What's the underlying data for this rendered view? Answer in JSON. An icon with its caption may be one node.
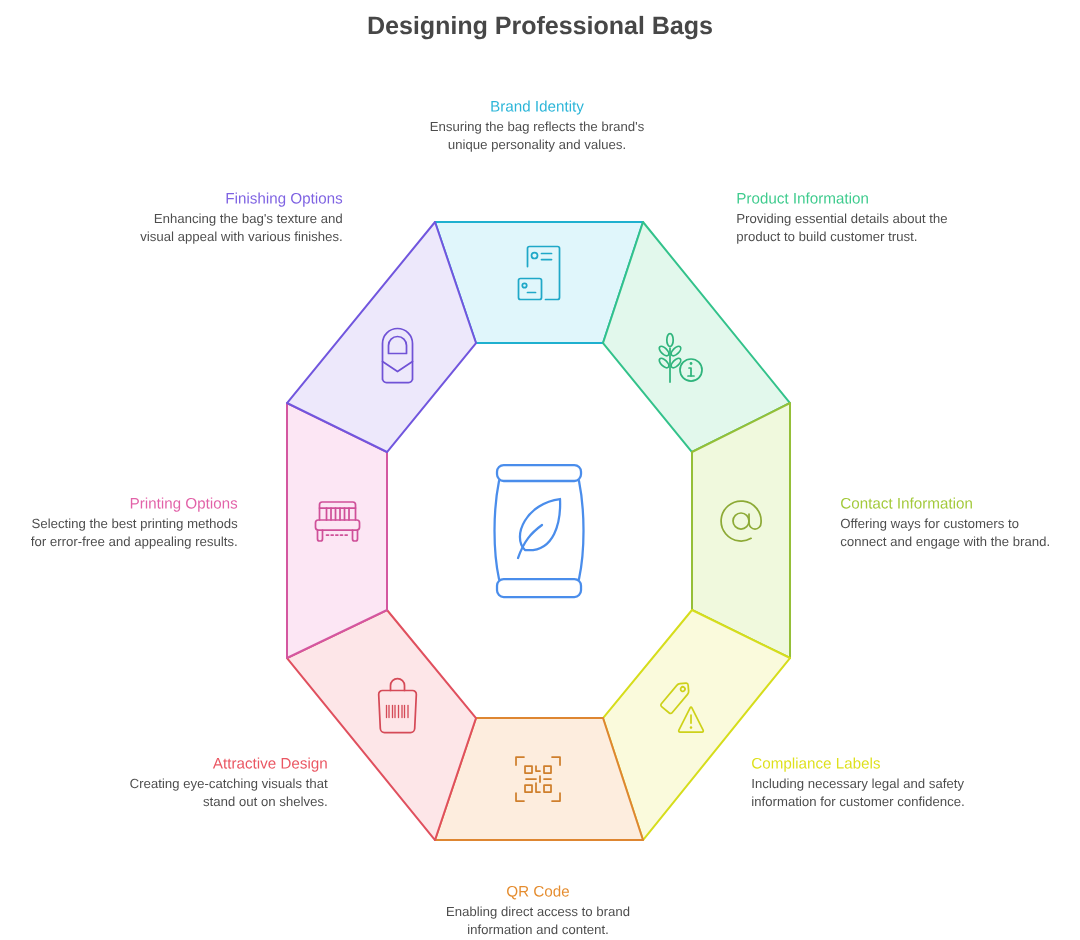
{
  "diagram": {
    "title": "Designing Professional Bags",
    "nodes": [
      {
        "text": [],
        "shape": "trapezoid",
        "beside": [
          "Brand Identity",
          "Ensuring the bag reflects the brand's unique personality and values."
        ]
      },
      {
        "text": [],
        "shape": "trapezoid",
        "beside": [
          "Product Information",
          "Providing essential details about the product to build customer trust."
        ]
      },
      {
        "text": [],
        "shape": "trapezoid",
        "beside": [
          "Contact Information",
          "Offering ways for customers to connect and engage with the brand."
        ]
      },
      {
        "text": [],
        "shape": "trapezoid",
        "beside": [
          "Compliance Labels",
          "Including necessary legal and safety information for customer confidence."
        ]
      },
      {
        "text": [],
        "shape": "trapezoid",
        "beside": [
          "QR Code",
          "Enabling direct access to brand information and content."
        ]
      },
      {
        "text": [],
        "shape": "trapezoid",
        "beside": [
          "Attractive Design",
          "Creating eye-catching visuals that stand out on shelves."
        ]
      },
      {
        "text": [],
        "shape": "trapezoid",
        "beside": [
          "Printing Options",
          "Selecting the best printing methods for error-free and appealing results."
        ]
      },
      {
        "text": [],
        "shape": "trapezoid",
        "beside": [
          "Finishing Options",
          "Enhancing the bag's texture and visual appeal with various finishes."
        ]
      }
    ]
  }
}
